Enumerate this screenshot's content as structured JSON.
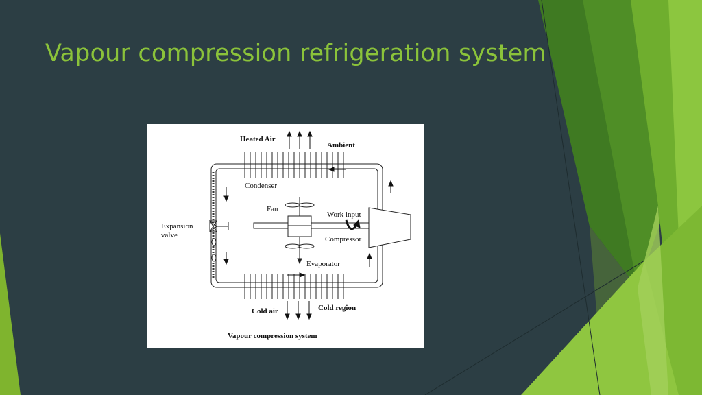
{
  "slide": {
    "title": "Vapour compression refrigeration system",
    "accent_color": "#8bc33a",
    "background_color": "#2c3e44"
  },
  "diagram": {
    "caption": "Vapour compression system",
    "labels": {
      "heated_air": "Heated Air",
      "ambient": "Ambient",
      "condenser": "Condenser",
      "fan": "Fan",
      "work_input": "Work input",
      "expansion_valve_line1": "Expansion",
      "expansion_valve_line2": "valve",
      "compressor": "Compressor",
      "evaporator": "Evaporator",
      "cold_air": "Cold air",
      "cold_region": "Cold region"
    }
  }
}
